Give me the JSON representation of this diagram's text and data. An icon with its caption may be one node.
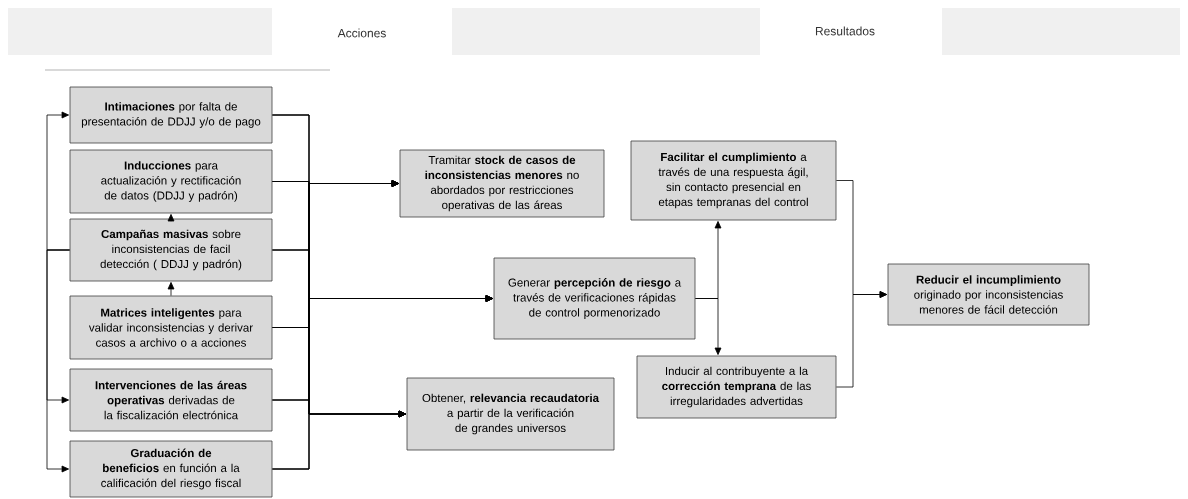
{
  "diagram": {
    "nodes": [
      {
        "text": [
          "**Intimaciones** por falta de presentación de DDJJ y/o de pago"
        ]
      },
      {
        "text": [
          "**Inducciones** para actualización y rectificación de datos (DDJJ y padrón)"
        ]
      },
      {
        "text": [
          "**Campañas masivas** sobre inconsistencias de facil detección ( DDJJ y padrón)"
        ]
      },
      {
        "text": [
          "**Matrices inteligentes** para validar inconsistencias y derivar casos a archivo o a acciones"
        ]
      },
      {
        "text": [
          "**Intervenciones de las áreas operativas** derivadas de la fiscalización electrónica"
        ]
      },
      {
        "text": [
          "**Graduación de beneficios** en función a la calificación del riesgo fiscal"
        ]
      },
      {
        "text": [
          "Tramitar **stock de casos de inconsistencias menores** no abordados por restricciones operativas de las áreas"
        ]
      },
      {
        "text": [
          "Generar **percepción de riesgo** a través de verificaciones rápidas de control pormenorizado"
        ]
      },
      {
        "text": [
          "Obtener, **relevancia recaudatoria** a partir de la verificación de grandes universos"
        ]
      },
      {
        "text": [
          "**Facilitar el cumplimiento** a través de una respuesta ágil, sin contacto presencial en etapas tempranas del control"
        ]
      },
      {
        "text": [
          "Inducir al contribuyente a la **corrección temprana** de las irregularidades advertidas"
        ]
      },
      {
        "text": [
          "**Reducir el incumplimiento** originado por inconsistencias menores de fácil detección"
        ]
      }
    ],
    "edges": [
      {
        "from": 0,
        "to": 6,
        "arrow": "to"
      },
      {
        "from": 0,
        "to": 7,
        "arrow": "to"
      },
      {
        "from": 0,
        "to": 8,
        "arrow": "to"
      },
      {
        "from": 1,
        "to": 6,
        "arrow": "to"
      },
      {
        "from": 1,
        "to": 7,
        "arrow": "to"
      },
      {
        "from": 1,
        "to": 8,
        "arrow": "to"
      },
      {
        "from": 2,
        "to": 6,
        "arrow": "to"
      },
      {
        "from": 2,
        "to": 7,
        "arrow": "to"
      },
      {
        "from": 2,
        "to": 8,
        "arrow": "to"
      },
      {
        "from": 3,
        "to": 6,
        "arrow": "to"
      },
      {
        "from": 3,
        "to": 7,
        "arrow": "to"
      },
      {
        "from": 3,
        "to": 8,
        "arrow": "to"
      },
      {
        "from": 4,
        "to": 6,
        "arrow": "to"
      },
      {
        "from": 4,
        "to": 7,
        "arrow": "to"
      },
      {
        "from": 4,
        "to": 8,
        "arrow": "to"
      },
      {
        "from": 5,
        "to": 6,
        "arrow": "to"
      },
      {
        "from": 5,
        "to": 7,
        "arrow": "to"
      },
      {
        "from": 5,
        "to": 8,
        "arrow": "to"
      },
      {
        "from": 3,
        "to": 2,
        "arrow": "to"
      },
      {
        "from": 2,
        "to": 0,
        "arrow": "to"
      },
      {
        "from": 2,
        "to": 1,
        "arrow": "to"
      },
      {
        "from": 2,
        "to": 4,
        "arrow": "to"
      },
      {
        "from": 2,
        "to": 5,
        "arrow": "to"
      },
      {
        "from": 7,
        "to": 9,
        "arrow": "to"
      },
      {
        "from": 7,
        "to": 10,
        "arrow": "to"
      },
      {
        "from": 9,
        "to": 11,
        "arrow": "to"
      },
      {
        "from": 10,
        "to": 11,
        "arrow": "to"
      }
    ],
    "labels": [
      "Acciones",
      "Resultados"
    ]
  }
}
